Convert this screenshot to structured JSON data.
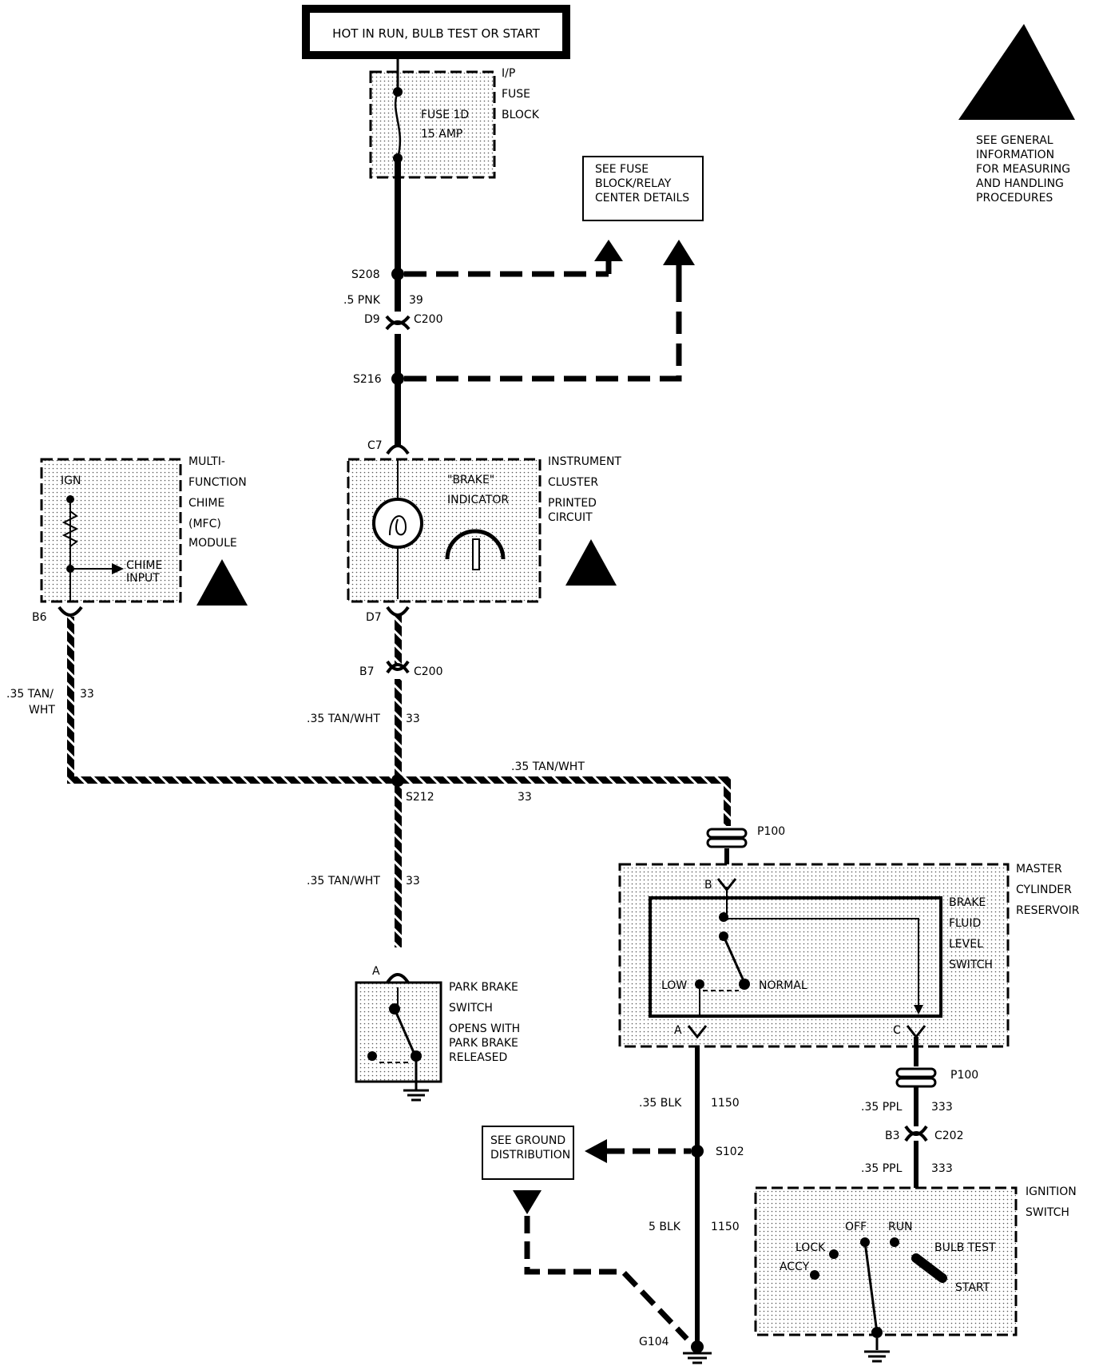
{
  "header": {
    "power_label": "HOT IN RUN, BULB TEST OR START"
  },
  "fuse": {
    "name": "FUSE 1D",
    "rating": "15 AMP",
    "block_label": [
      "I/P",
      "FUSE",
      "BLOCK"
    ]
  },
  "notes": {
    "fuse_relay": [
      "SEE FUSE",
      "BLOCK/RELAY",
      "CENTER DETAILS"
    ],
    "esd": [
      "SEE GENERAL",
      "INFORMATION",
      "FOR MEASURING",
      "AND HANDLING",
      "PROCEDURES"
    ],
    "ground": [
      "SEE GROUND",
      "DISTRIBUTION"
    ]
  },
  "splices": {
    "s208": "S208",
    "s216": "S216",
    "s212": "S212",
    "s102": "S102"
  },
  "wires": {
    "pnk": ".5 PNK",
    "pnk_circuit": "39",
    "tanwht": ".35 TAN/WHT",
    "tan_a": ".35 TAN/",
    "tan_b": "WHT",
    "tan_circuit": "33",
    "blk_35": ".35 BLK",
    "blk_5": "5 BLK",
    "blk_circuit": "1150",
    "ppl": ".35 PPL",
    "ppl_circuit": "333"
  },
  "connectors": {
    "d9": "D9",
    "c200": "C200",
    "c7": "C7",
    "d7": "D7",
    "b7": "B7",
    "b6": "B6",
    "p100": "P100",
    "b": "B",
    "a": "A",
    "c": "C",
    "b3": "B3",
    "c202": "C202",
    "park_a": "A"
  },
  "mfc_module": {
    "ign": "IGN",
    "chime_input": [
      "CHIME",
      "INPUT"
    ],
    "label": [
      "MULTI-",
      "FUNCTION",
      "CHIME",
      "(MFC)",
      "MODULE"
    ]
  },
  "cluster": {
    "indicator": [
      "\"BRAKE\"",
      "INDICATOR"
    ],
    "label": [
      "INSTRUMENT",
      "CLUSTER",
      "PRINTED",
      "CIRCUIT"
    ]
  },
  "park_brake": {
    "label": [
      "PARK BRAKE",
      "SWITCH"
    ],
    "note": [
      "OPENS WITH",
      "PARK BRAKE",
      "RELEASED"
    ]
  },
  "master_cylinder": {
    "label": [
      "MASTER",
      "CYLINDER",
      "RESERVOIR"
    ],
    "switch_label": [
      "BRAKE",
      "FLUID",
      "LEVEL",
      "SWITCH"
    ],
    "low": "LOW",
    "normal": "NORMAL"
  },
  "ignition": {
    "label": [
      "IGNITION",
      "SWITCH"
    ],
    "positions": {
      "lock": "LOCK",
      "off": "OFF",
      "run": "RUN",
      "accy": "ACCY",
      "bulb_test": "BULB TEST",
      "start": "START"
    }
  },
  "ground_name": "G104"
}
